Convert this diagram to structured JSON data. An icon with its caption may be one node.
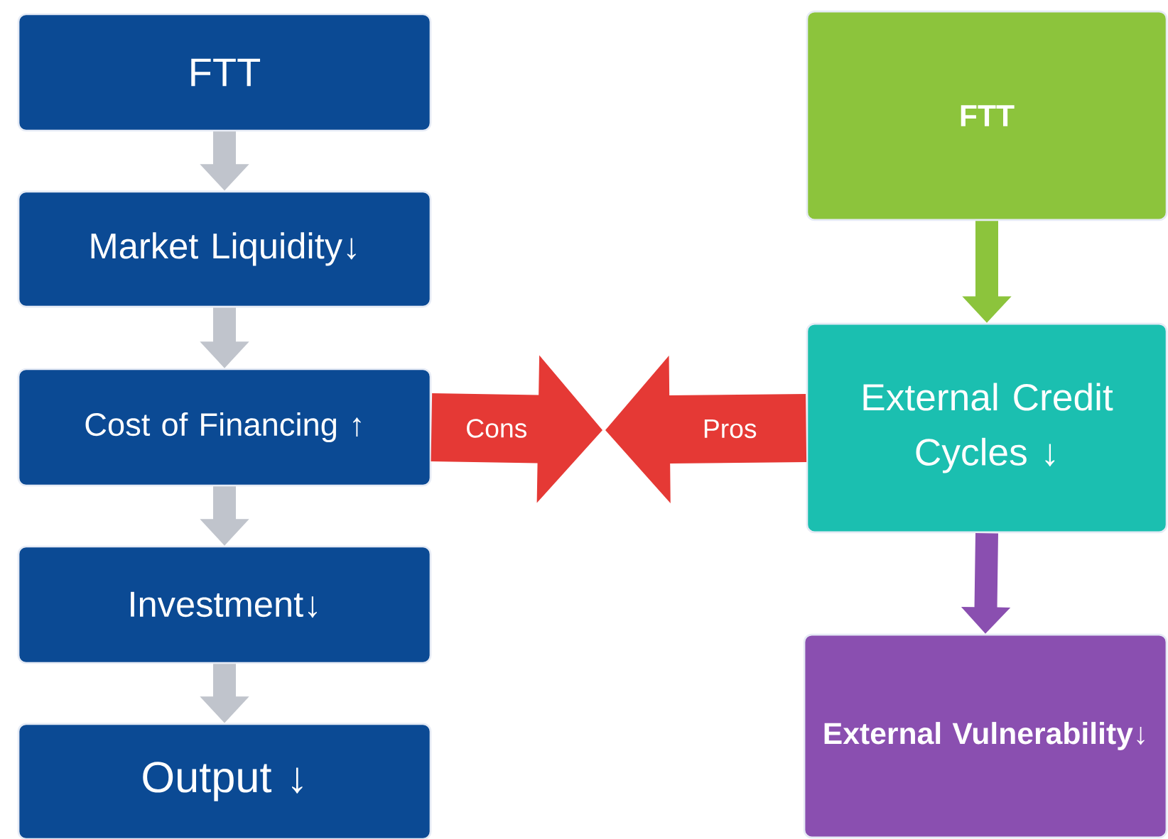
{
  "diagram": {
    "nodes": [
      {
        "text": [
          "FTT"
        ]
      },
      {
        "text": [
          "Market Liquidity↓"
        ]
      },
      {
        "text": [
          "Cost of Financing ↑"
        ]
      },
      {
        "text": [
          "Investment↓"
        ]
      },
      {
        "text": [
          "Output ↓"
        ]
      },
      {
        "text": [
          "FTT"
        ]
      },
      {
        "text": [
          "External Credit Cycles ↓"
        ]
      },
      {
        "text": [
          "External Vulnerability↓"
        ]
      }
    ],
    "edges": [
      {
        "from": 0,
        "to": 1,
        "arrow": "to"
      },
      {
        "from": 1,
        "to": 2,
        "arrow": "to"
      },
      {
        "from": 2,
        "to": 3,
        "arrow": "to"
      },
      {
        "from": 3,
        "to": 4,
        "arrow": "to"
      },
      {
        "from": 5,
        "to": 6,
        "arrow": "to",
        "color": "#8cc43c"
      },
      {
        "from": 6,
        "to": 7,
        "arrow": "to",
        "color": "#8a4fb0"
      },
      {
        "from": 2,
        "to": null,
        "arrow": "to",
        "label": "Cons",
        "color": "#e53935",
        "style": "thick"
      },
      {
        "from": 6,
        "to": null,
        "arrow": "to",
        "label": "Pros",
        "color": "#e53935",
        "style": "thick"
      }
    ]
  }
}
